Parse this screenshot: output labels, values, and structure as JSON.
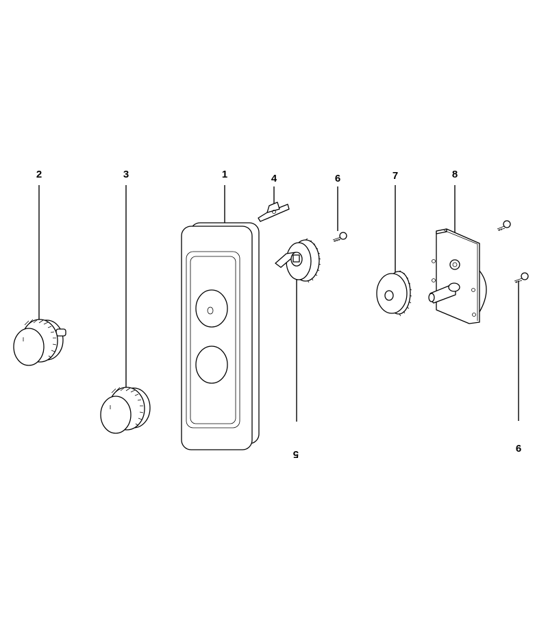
{
  "callouts": [
    {
      "id": "c2",
      "label": "2"
    },
    {
      "id": "c3",
      "label": "3"
    },
    {
      "id": "c1",
      "label": "1"
    },
    {
      "id": "c4",
      "label": "4"
    },
    {
      "id": "c6a",
      "label": "6"
    },
    {
      "id": "c7",
      "label": "7"
    },
    {
      "id": "c8",
      "label": "8"
    },
    {
      "id": "c5",
      "label": "5"
    },
    {
      "id": "c6b",
      "label": "6"
    }
  ]
}
